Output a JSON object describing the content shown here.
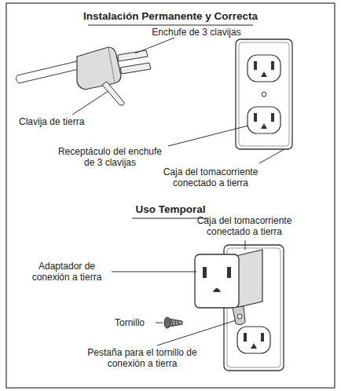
{
  "diagram": {
    "labels": [
      "Instalación Permanente y Correcta",
      "Enchufe de 3 clavijas",
      "Clavija de tierra",
      "Receptáculo del enchufe de 3 clavijas",
      "Caja del tomacorriente conectado a tierra",
      "Uso Temporal",
      "Caja del tomacorriente conectado a tierra",
      "Adaptador de conexión a tierra",
      "Tornillo",
      "Pestaña para el tornillo de conexión a tierra"
    ]
  }
}
